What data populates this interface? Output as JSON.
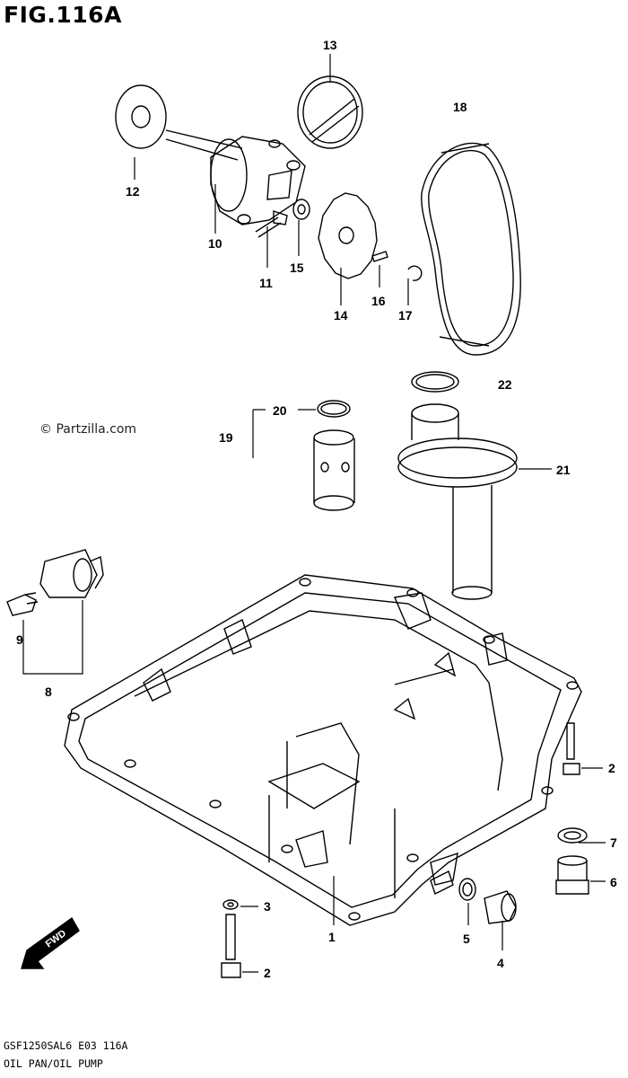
{
  "figure": {
    "title": "FIG.116A",
    "watermark": "© Partzilla.com",
    "footer_code": "GSF1250SAL6  E03  116A",
    "footer_caption": "OIL PAN/OIL PUMP",
    "fwd_label": "FWD"
  },
  "callouts": {
    "c1": "1",
    "c2a": "2",
    "c2b": "2",
    "c3": "3",
    "c4": "4",
    "c5": "5",
    "c6": "6",
    "c7": "7",
    "c8": "8",
    "c9": "9",
    "c10": "10",
    "c11": "11",
    "c12": "12",
    "c13": "13",
    "c14": "14",
    "c15": "15",
    "c16": "16",
    "c17": "17",
    "c18": "18",
    "c19": "19",
    "c20": "20",
    "c21": "21",
    "c22": "22"
  }
}
